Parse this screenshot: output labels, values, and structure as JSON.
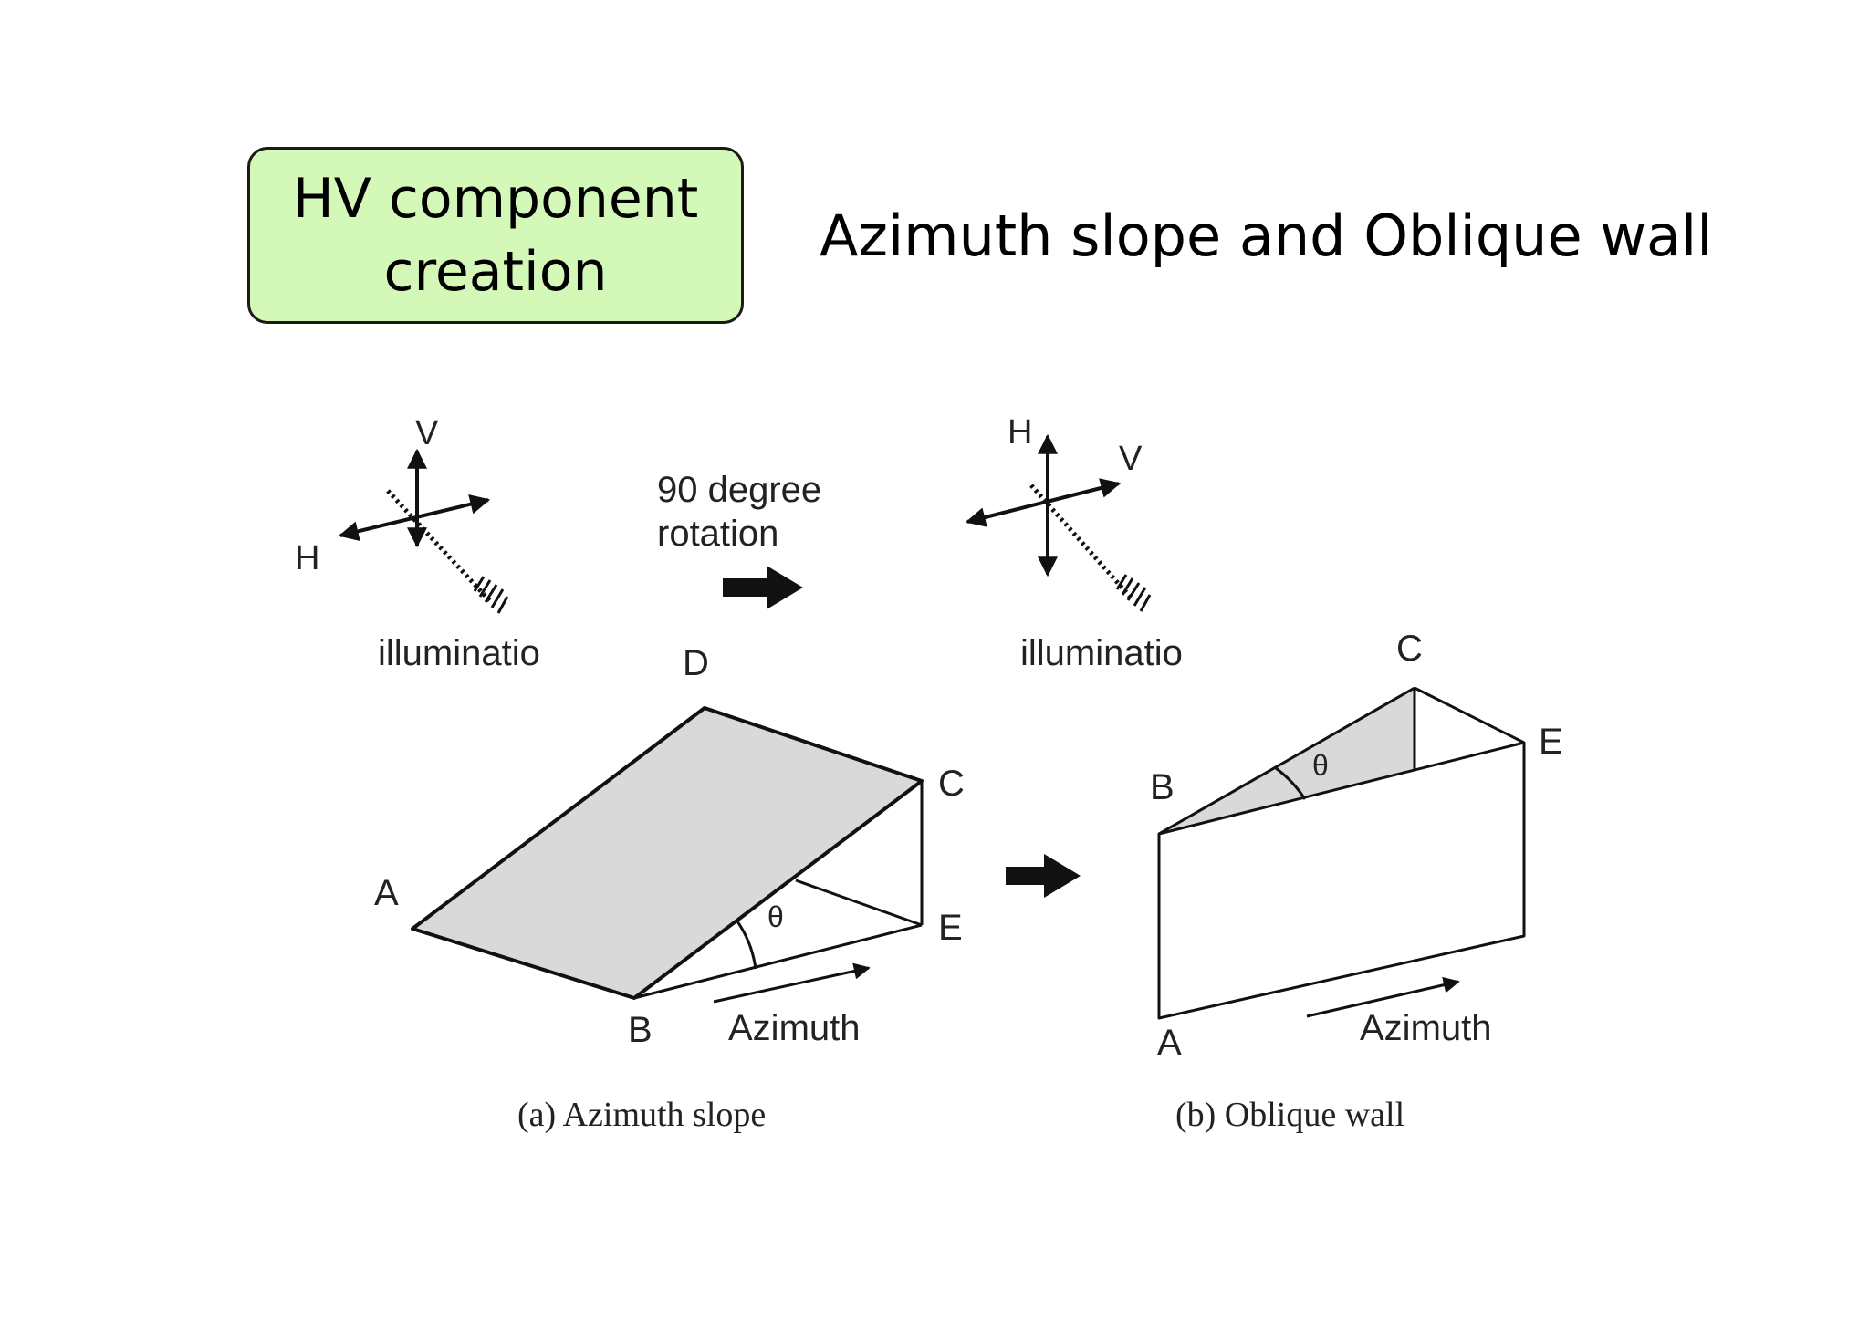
{
  "slide": {
    "tag_line1": "HV component",
    "tag_line2": "creation",
    "title": "Azimuth slope and Oblique wall"
  },
  "figure": {
    "left_axes": {
      "v_label": "V",
      "h_label": "H",
      "illumination_label": "illuminatio"
    },
    "rotation": {
      "line1": "90 degree",
      "line2": "rotation"
    },
    "right_axes": {
      "h_label": "H",
      "v_label": "V",
      "illumination_label": "illuminatio"
    },
    "slope": {
      "a": "A",
      "b": "B",
      "c": "C",
      "d": "D",
      "e": "E",
      "theta": "θ",
      "azimuth": "Azimuth",
      "caption": "(a) Azimuth slope"
    },
    "wall": {
      "a": "A",
      "b": "B",
      "c": "C",
      "e": "E",
      "theta": "θ",
      "azimuth": "Azimuth",
      "caption": "(b) Oblique wall"
    }
  },
  "colors": {
    "tag_background": "#d3f8b8",
    "surface_fill": "#d9d9d9",
    "line": "#111111"
  }
}
